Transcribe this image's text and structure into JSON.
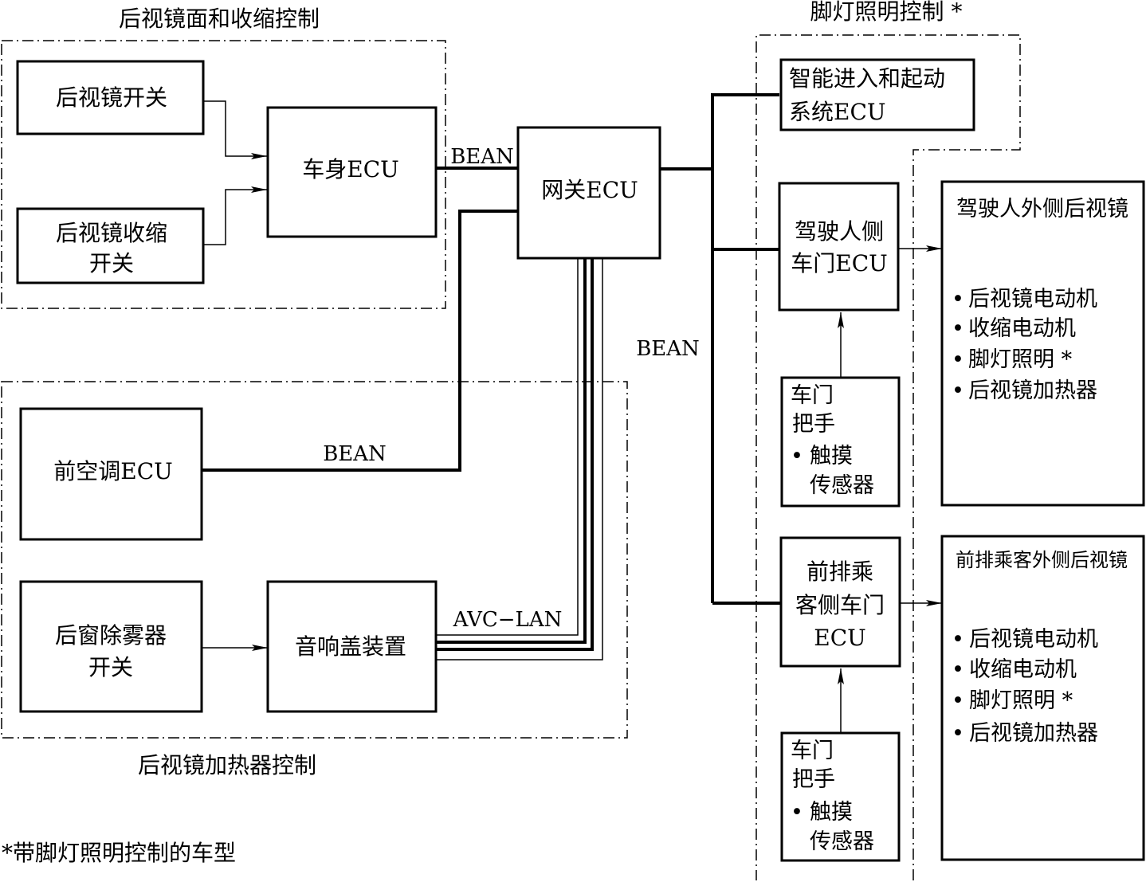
{
  "groups": {
    "mirror_control": "后视镜面和收缩控制",
    "foot_light_control": "脚灯照明控制 *",
    "heater_control": "后视镜加热器控制"
  },
  "boxes": {
    "mirror_switch": "后视镜开关",
    "mirror_retract_switch": [
      "后视镜收缩",
      "开关"
    ],
    "body_ecu": "车身ECU",
    "gateway_ecu": "网关ECU",
    "smart_entry_ecu": [
      "智能进入和起动",
      "系统ECU"
    ],
    "driver_door_ecu": [
      "驾驶人侧",
      "车门ECU"
    ],
    "passenger_door_ecu": [
      "前排乘",
      "客侧车门",
      "ECU"
    ],
    "front_ac_ecu": "前空调ECU",
    "rear_defogger_switch": [
      "后窗除雾器",
      "开关"
    ],
    "audio_head_unit": "音响盖装置",
    "door_handle_driver": {
      "title": [
        "车门",
        "把手"
      ],
      "bullet": "•",
      "items": [
        "触摸",
        "传感器"
      ]
    },
    "door_handle_passenger": {
      "title": [
        "车门",
        "把手"
      ],
      "bullet": "•",
      "items": [
        "触摸",
        "传感器"
      ]
    },
    "driver_mirror": {
      "title": "驾驶人外侧后视镜",
      "bullet": "•",
      "items": [
        "后视镜电动机",
        "收缩电动机",
        "脚灯照明 *",
        "后视镜加热器"
      ]
    },
    "passenger_mirror": {
      "title": "前排乘客外侧后视镜",
      "bullet": "•",
      "items": [
        "后视镜电动机",
        "收缩电动机",
        "脚灯照明 *",
        "后视镜加热器"
      ]
    }
  },
  "bus_labels": {
    "bean_body": "BEAN",
    "bean_right": "BEAN",
    "bean_ac": "BEAN",
    "avc_lan": "AVC−LAN"
  },
  "footnote": "*带脚灯照明控制的车型"
}
